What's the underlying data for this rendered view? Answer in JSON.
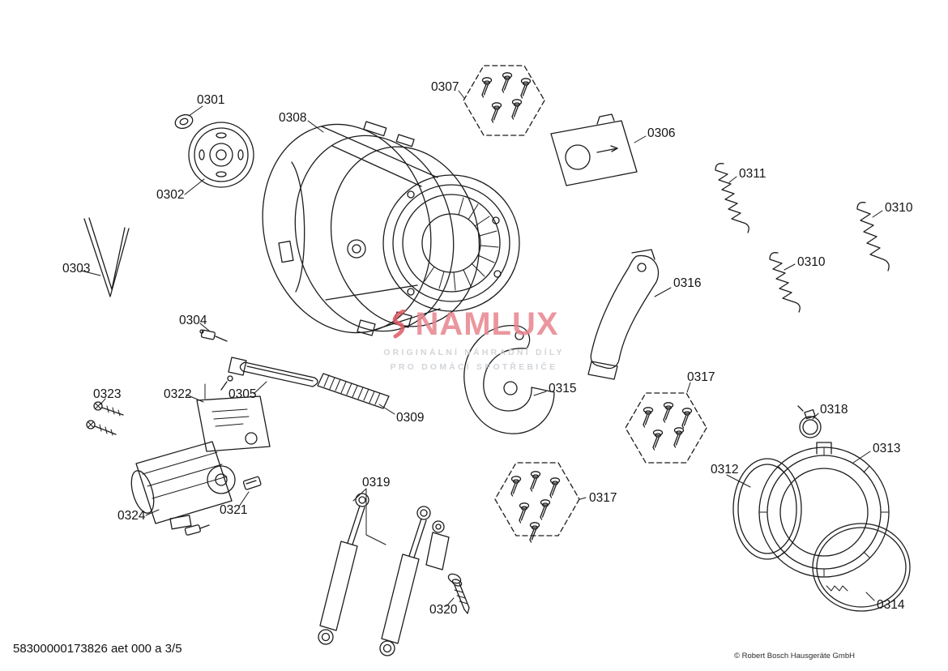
{
  "document": {
    "code_line": "58300000173826 aet 000 a 3/5",
    "copyright": "© Robert Bosch Hausgeräte GmbH"
  },
  "watermark": {
    "brand": "NAMLUX",
    "tagline_line1": "ORIGINÁLNÍ NÁHRADNÍ DÍLY",
    "tagline_line2": "PRO DOMÁCÍ SPOTŘEBIČE",
    "brand_color": "#e8848e",
    "tagline_color": "#c9ced3"
  },
  "diagram": {
    "ink_color": "#1c1c1c",
    "parts": {
      "p0301": "0301",
      "p0302": "0302",
      "p0303": "0303",
      "p0304": "0304",
      "p0305": "0305",
      "p0306": "0306",
      "p0307": "0307",
      "p0308": "0308",
      "p0309": "0309",
      "p0310a": "0310",
      "p0310b": "0310",
      "p0311": "0311",
      "p0312": "0312",
      "p0313": "0313",
      "p0314": "0314",
      "p0315": "0315",
      "p0316": "0316",
      "p0317a": "0317",
      "p0317b": "0317",
      "p0318": "0318",
      "p0319": "0319",
      "p0320": "0320",
      "p0321": "0321",
      "p0322": "0322",
      "p0323": "0323",
      "p0324": "0324"
    }
  }
}
